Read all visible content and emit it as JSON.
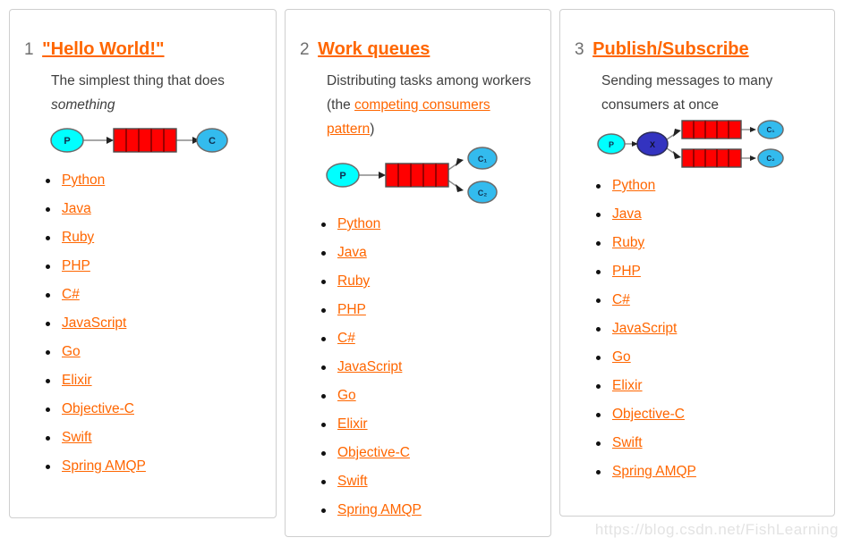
{
  "watermark": "https://blog.csdn.net/FishLearning",
  "colors": {
    "accent_orange": "#ff6600",
    "heading_number_gray": "#6f6f6f",
    "body_text": "#3f3f3f",
    "card_border": "#cfcfcf",
    "producer_fill": "#00ffff",
    "consumer_fill": "#33bbee",
    "exchange_fill": "#3333c0",
    "queue_fill": "#ff0000",
    "queue_divider": "#990000",
    "watermark_gray": "#e3e3e3"
  },
  "tutorials": [
    {
      "number": "1",
      "title": "\"Hello World!\"",
      "description": {
        "text": "The simplest thing that does",
        "emphasis": "something"
      },
      "diagram": {
        "producer_label": "P",
        "consumer_label": "C"
      },
      "languages": [
        "Python",
        "Java",
        "Ruby",
        "PHP",
        "C#",
        "JavaScript",
        "Go",
        "Elixir",
        "Objective-C",
        "Swift",
        "Spring AMQP"
      ]
    },
    {
      "number": "2",
      "title": "Work queues",
      "description": {
        "prefix": "Distributing tasks among workers (the",
        "link": "competing consumers pattern",
        "suffix": ")"
      },
      "diagram": {
        "producer_label": "P",
        "consumer1_label": "C₁",
        "consumer2_label": "C₂"
      },
      "languages": [
        "Python",
        "Java",
        "Ruby",
        "PHP",
        "C#",
        "JavaScript",
        "Go",
        "Elixir",
        "Objective-C",
        "Swift",
        "Spring AMQP"
      ]
    },
    {
      "number": "3",
      "title": "Publish/Subscribe",
      "description": {
        "text": "Sending messages to many consumers at once"
      },
      "diagram": {
        "producer_label": "P",
        "exchange_label": "X",
        "consumer1_label": "C₁",
        "consumer2_label": "C₂"
      },
      "languages": [
        "Python",
        "Java",
        "Ruby",
        "PHP",
        "C#",
        "JavaScript",
        "Go",
        "Elixir",
        "Objective-C",
        "Swift",
        "Spring AMQP"
      ]
    }
  ]
}
